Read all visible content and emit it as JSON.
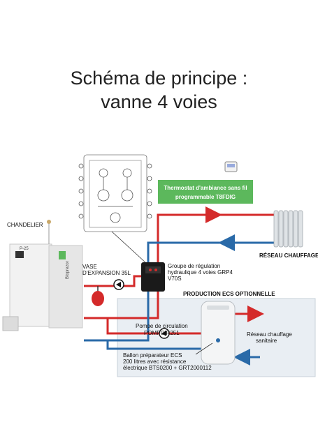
{
  "title": {
    "line1": "Schéma de principe :",
    "line2": "vanne 4 voies"
  },
  "labels": {
    "chandelier": "CHANDELIER",
    "vase_line1": "VASE",
    "vase_line2": "D'EXPANSION 35L",
    "groupe_line1": "Groupe de régulation",
    "groupe_line2": "hydraulique 4 voies GRP4",
    "groupe_line3": "V70S",
    "reseau_chauffage": "RÉSEAU CHAUFFAGE",
    "production_ecs": "PRODUCTION ECS OPTIONNELLE",
    "pompe_line1": "Pompe de circulation",
    "pompe_line2": "POMPCIR251",
    "reseau_sanitaire_line1": "Réseau chauffage",
    "reseau_sanitaire_line2": "sanitaire",
    "ballon_line1": "Ballon préparateur ECS",
    "ballon_line2": "200 litres avec résistance",
    "ballon_line3": "électrique BTS0200 + GRT2000112",
    "thermostat_line1": "Thermostat d'ambiance sans fil",
    "thermostat_line2": "programmable T8FDIG",
    "boiler_model": "P-25",
    "boiler_brand": "Bioprezor"
  },
  "colors": {
    "hot": "#d42a2a",
    "cold": "#2a6aa8",
    "thermostat_box": "#5cb85c",
    "ecs_zone": "#e9eef3",
    "group_box": "#1a1a1a",
    "vase": "#d42a2a"
  },
  "icons": {
    "radiator": "radiator-icon",
    "pump": "pump-icon",
    "thermostat": "thermostat-icon",
    "boiler": "boiler-icon",
    "tank": "tank-icon",
    "manifold": "manifold-schematic"
  }
}
